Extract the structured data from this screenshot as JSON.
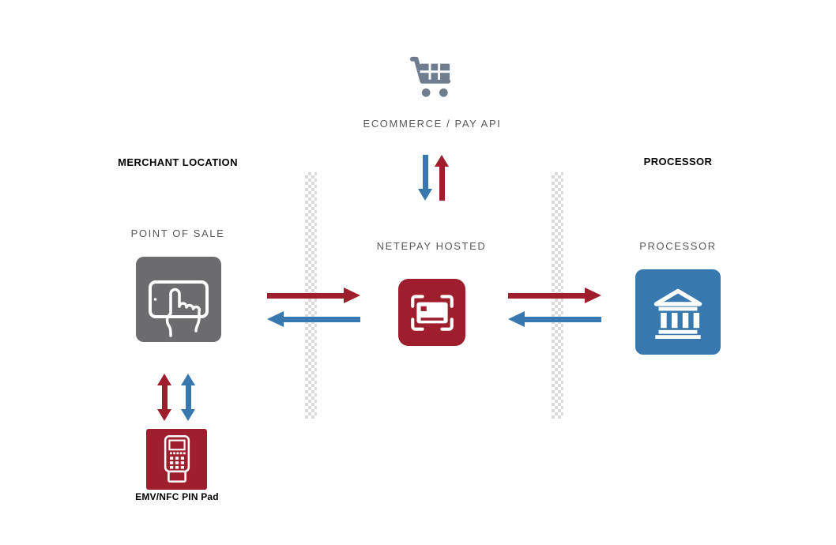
{
  "colors": {
    "red": "#9e1e2d",
    "blue": "#3779ae",
    "icon_gray": "#6c6c6e",
    "cart_slate": "#6f7d8f",
    "label_gray": "#58595b",
    "header_black": "#000000",
    "hatch_gray": "#dadada",
    "background": "#ffffff"
  },
  "headers": {
    "merchant": "MERCHANT LOCATION",
    "processor": "PROCESSOR"
  },
  "nodes": {
    "ecommerce": {
      "label": "ECOMMERCE / PAY API",
      "icon": "shopping-cart-icon"
    },
    "pos": {
      "label": "POINT OF SALE",
      "icon": "touchscreen-pos-icon"
    },
    "netepay": {
      "label": "NETEPAY HOSTED",
      "icon": "card-capture-icon"
    },
    "processor": {
      "label": "PROCESSOR",
      "icon": "bank-icon"
    },
    "pinpad": {
      "label": "EMV/NFC PIN Pad",
      "icon": "payment-terminal-icon"
    }
  },
  "flows": [
    {
      "from": "ecommerce",
      "to": "netepay",
      "direction": "down",
      "color": "#3779ae"
    },
    {
      "from": "netepay",
      "to": "ecommerce",
      "direction": "up",
      "color": "#9e1e2d"
    },
    {
      "from": "pos",
      "to": "netepay",
      "direction": "right",
      "color": "#9e1e2d"
    },
    {
      "from": "netepay",
      "to": "pos",
      "direction": "left",
      "color": "#3779ae"
    },
    {
      "from": "netepay",
      "to": "processor",
      "direction": "right",
      "color": "#9e1e2d"
    },
    {
      "from": "processor",
      "to": "netepay",
      "direction": "left",
      "color": "#3779ae"
    },
    {
      "from": "pos",
      "to": "pinpad",
      "direction": "both",
      "color": "#9e1e2d"
    },
    {
      "from": "pinpad",
      "to": "pos",
      "direction": "both",
      "color": "#3779ae"
    }
  ]
}
